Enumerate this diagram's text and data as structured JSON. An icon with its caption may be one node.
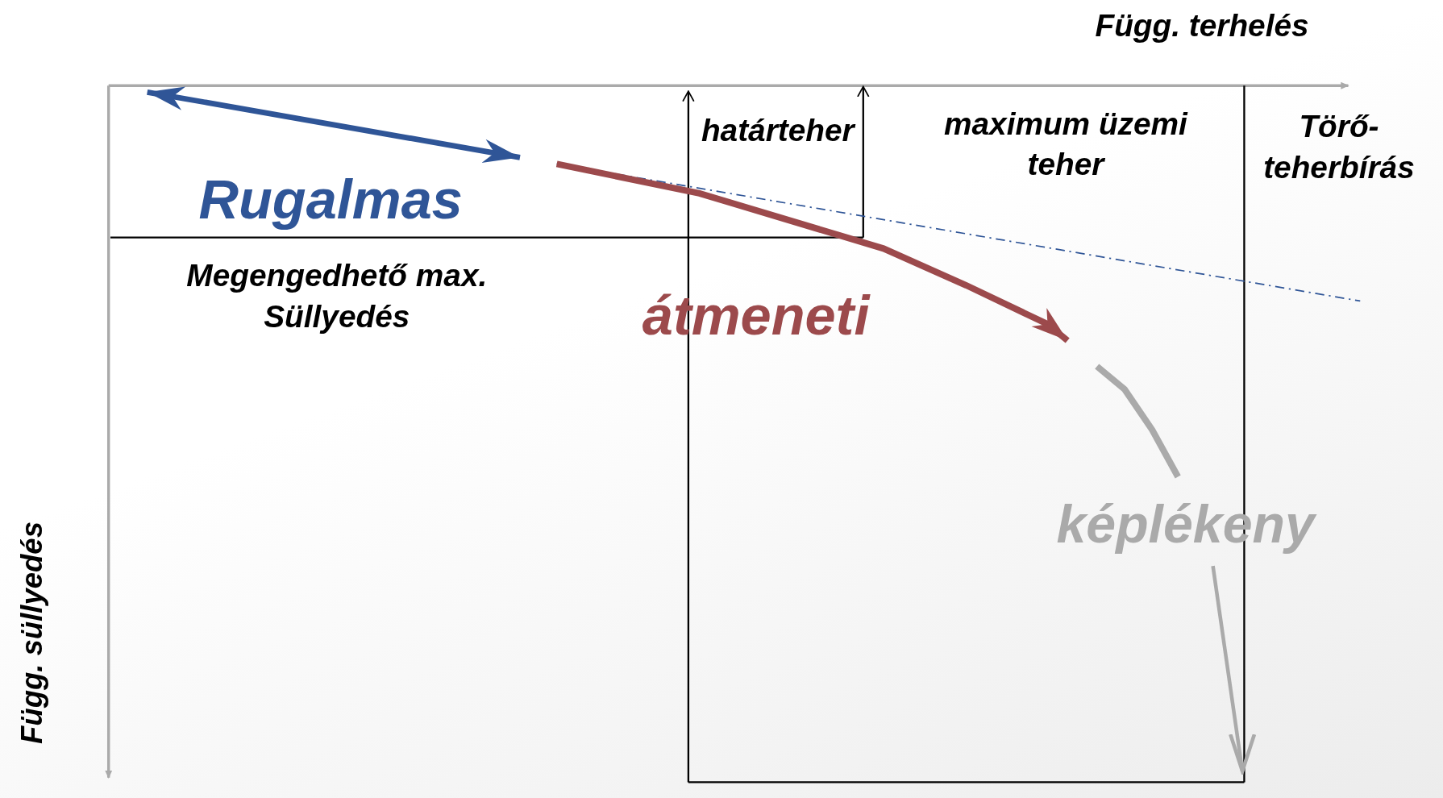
{
  "diagram": {
    "labels": [
      "Függ. terhelés",
      "határteher",
      "maximum üzemi teher",
      "Törő-teherbírás",
      "Rugalmas",
      "Megengedhető max. Süllyedés",
      "átmeneti",
      "képlékeny",
      "Függ. süllyedés"
    ]
  }
}
